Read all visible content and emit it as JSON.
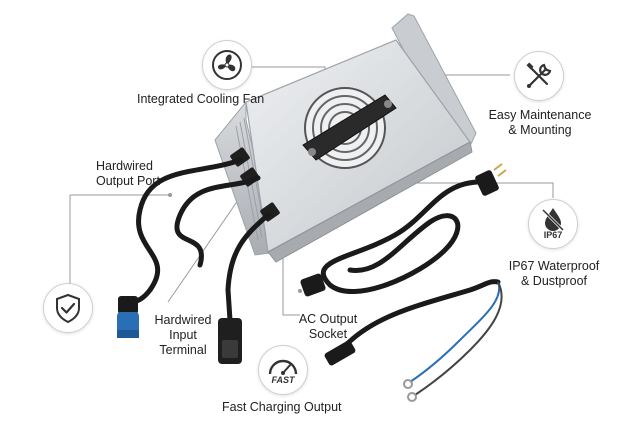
{
  "labels": {
    "cooling_fan": "Integrated Cooling Fan",
    "maintenance_l1": "Easy Maintenance",
    "maintenance_l2": "& Mounting",
    "output_port_l1": "Hardwired",
    "output_port_l2": "Output Port",
    "waterproof_l1": "IP67 Waterproof",
    "waterproof_l2": "& Dustproof",
    "input_terminal_l1": "Hardwired",
    "input_terminal_l2": "Input",
    "input_terminal_l3": "Terminal",
    "ac_socket_l1": "AC Output",
    "ac_socket_l2": "Socket",
    "fast_charging": "Fast Charging Output"
  },
  "badges": {
    "fan_icon": "fan-icon",
    "tools_icon": "wrench-screwdriver-icon",
    "shield_icon": "shield-check-icon",
    "waterproof_icon": "water-drop-icon",
    "waterproof_text": "IP67",
    "speed_icon": "speedometer-icon",
    "speed_text": "FAST"
  },
  "colors": {
    "connector_blue": "#2a6fb5",
    "housing": "#d7d9dc",
    "cable": "#1a1a1a",
    "leader_line": "#9a9a9a"
  }
}
